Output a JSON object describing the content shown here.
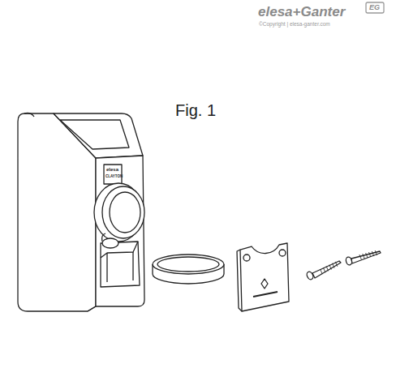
{
  "diagram": {
    "labels": [
      "elesa+Ganter",
      "EG",
      "©Copyright | elesa-ganter.com",
      "Fig. 1",
      "elesa",
      "CLAYTON"
    ]
  }
}
